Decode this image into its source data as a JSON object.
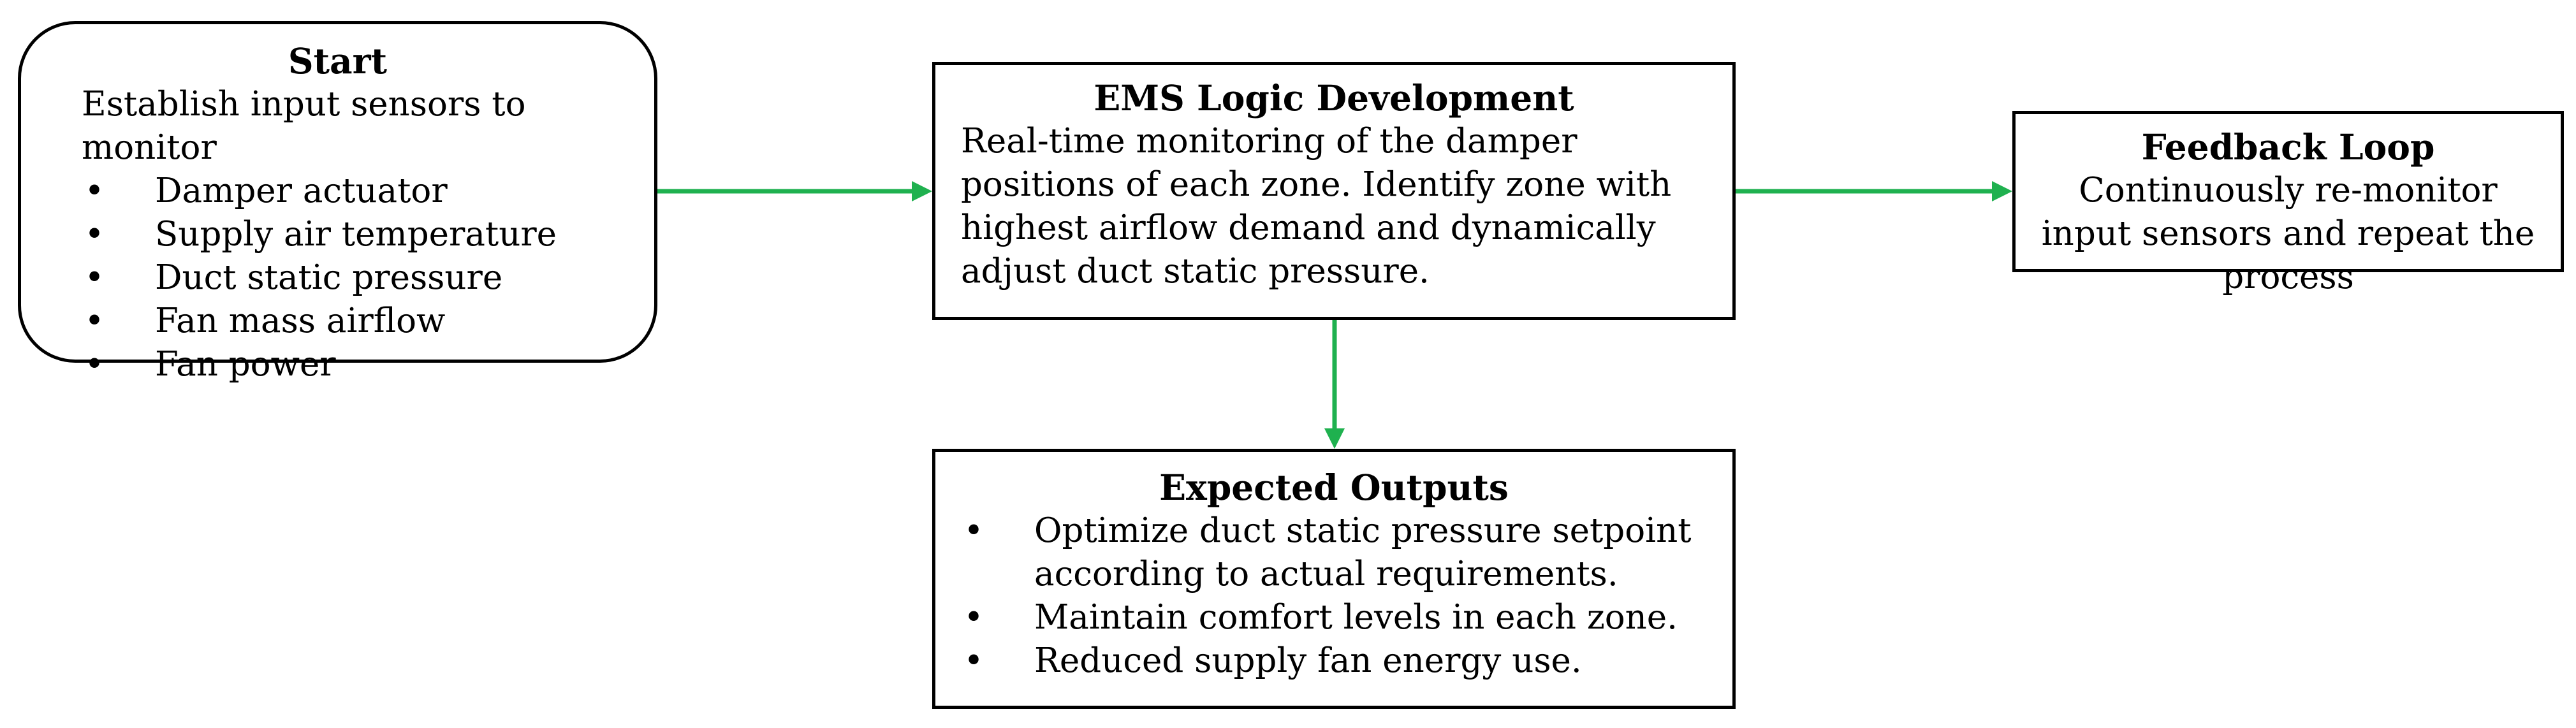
{
  "colors": {
    "arrow": "#1fb14f",
    "border": "#000000",
    "background": "#ffffff"
  },
  "start": {
    "title": "Start",
    "intro": "Establish input sensors to monitor",
    "items": [
      "Damper actuator",
      "Supply air temperature",
      "Duct static pressure",
      "Fan mass airflow",
      "Fan power"
    ]
  },
  "ems": {
    "title": "EMS Logic Development",
    "body": "Real-time monitoring of the damper positions of each zone. Identify zone with highest airflow demand and dynamically adjust duct static pressure."
  },
  "feedback": {
    "title": "Feedback Loop",
    "body": "Continuously re-monitor input sensors and repeat the process"
  },
  "outputs": {
    "title": "Expected Outputs",
    "items": [
      "Optimize duct static pressure setpoint according to actual requirements.",
      "Maintain comfort levels in each zone.",
      "Reduced supply fan energy use."
    ]
  }
}
